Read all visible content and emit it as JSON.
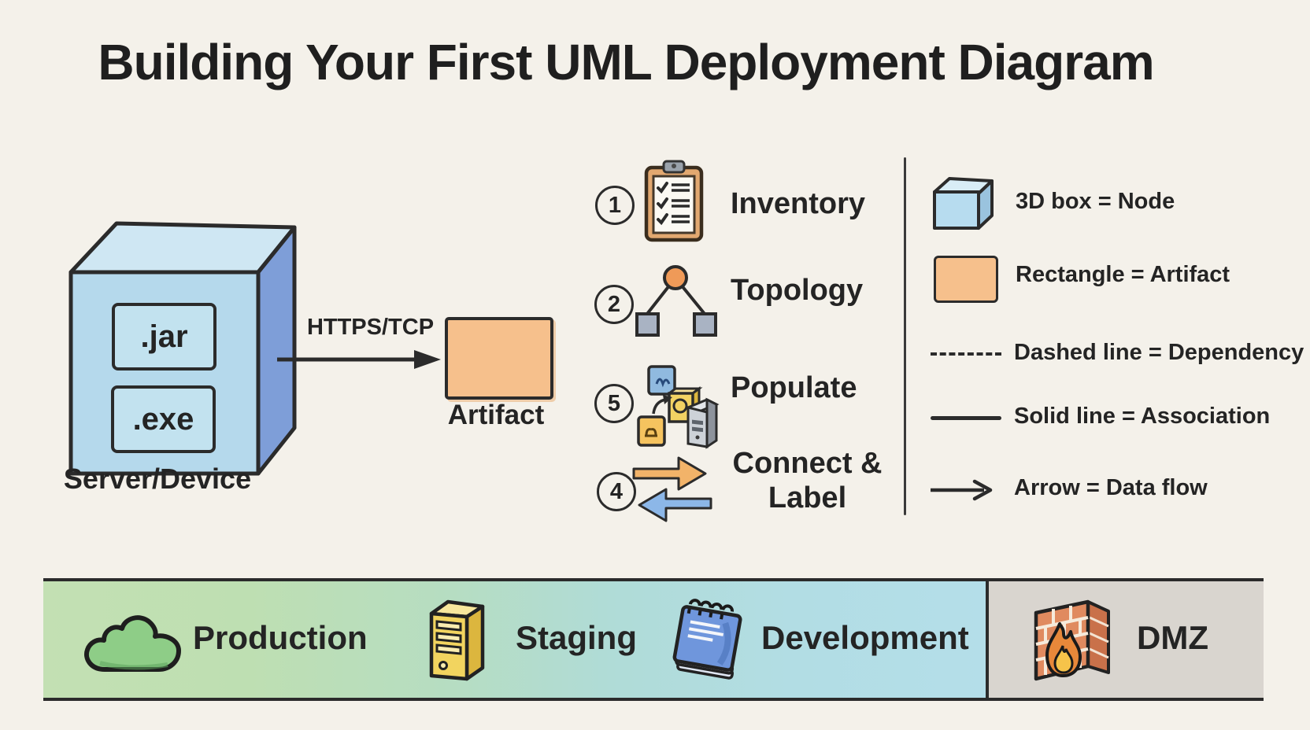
{
  "title": "Building Your First UML Deployment Diagram",
  "diagram": {
    "node_label": "Server/Device",
    "deployed_artifacts": [
      ".jar",
      ".exe"
    ],
    "connection_label": "HTTPS/TCP",
    "artifact_label": "Artifact"
  },
  "steps": [
    {
      "number": "1",
      "label": "Inventory",
      "icon": "clipboard-checklist-icon"
    },
    {
      "number": "2",
      "label": "Topology",
      "icon": "node-tree-icon"
    },
    {
      "number": "5",
      "label": "Populate",
      "icon": "packages-server-icon"
    },
    {
      "number": "4",
      "label": "Connect & Label",
      "icon": "two-way-arrows-icon"
    }
  ],
  "legend": {
    "items": [
      {
        "symbol": "3d-box",
        "label": "3D box = Node"
      },
      {
        "symbol": "rectangle",
        "label": "Rectangle = Artifact"
      },
      {
        "symbol": "dashed-line",
        "label": "Dashed line = Dependency"
      },
      {
        "symbol": "solid-line",
        "label": "Solid line = Association"
      },
      {
        "symbol": "arrow",
        "label": "Arrow = Data flow"
      }
    ]
  },
  "environments": [
    {
      "label": "Production",
      "icon": "cloud-icon"
    },
    {
      "label": "Staging",
      "icon": "server-tower-icon"
    },
    {
      "label": "Development",
      "icon": "notebook-icon"
    },
    {
      "label": "DMZ",
      "icon": "firewall-icon"
    }
  ],
  "colors": {
    "background": "#f4f1ea",
    "ink": "#242424",
    "node_front": "#b5d9ec",
    "node_top": "#cfe7f3",
    "node_side": "#7e9ed8",
    "artifact_fill": "#f6c08c",
    "topology_circle": "#ef9a58",
    "topology_square": "#a9b3c3",
    "arrow_orange": "#f2b369",
    "arrow_blue": "#8cb7e8",
    "banner_green": "#c3e0b3",
    "banner_teal": "#b0dcd7",
    "banner_blue": "#b4dee9",
    "dmz_gray": "#d9d5cf",
    "cloud_green": "#8ecd87",
    "tower_yellow": "#f2d45f",
    "notebook_blue": "#6f96dc",
    "brick_orange": "#e08a5f"
  }
}
